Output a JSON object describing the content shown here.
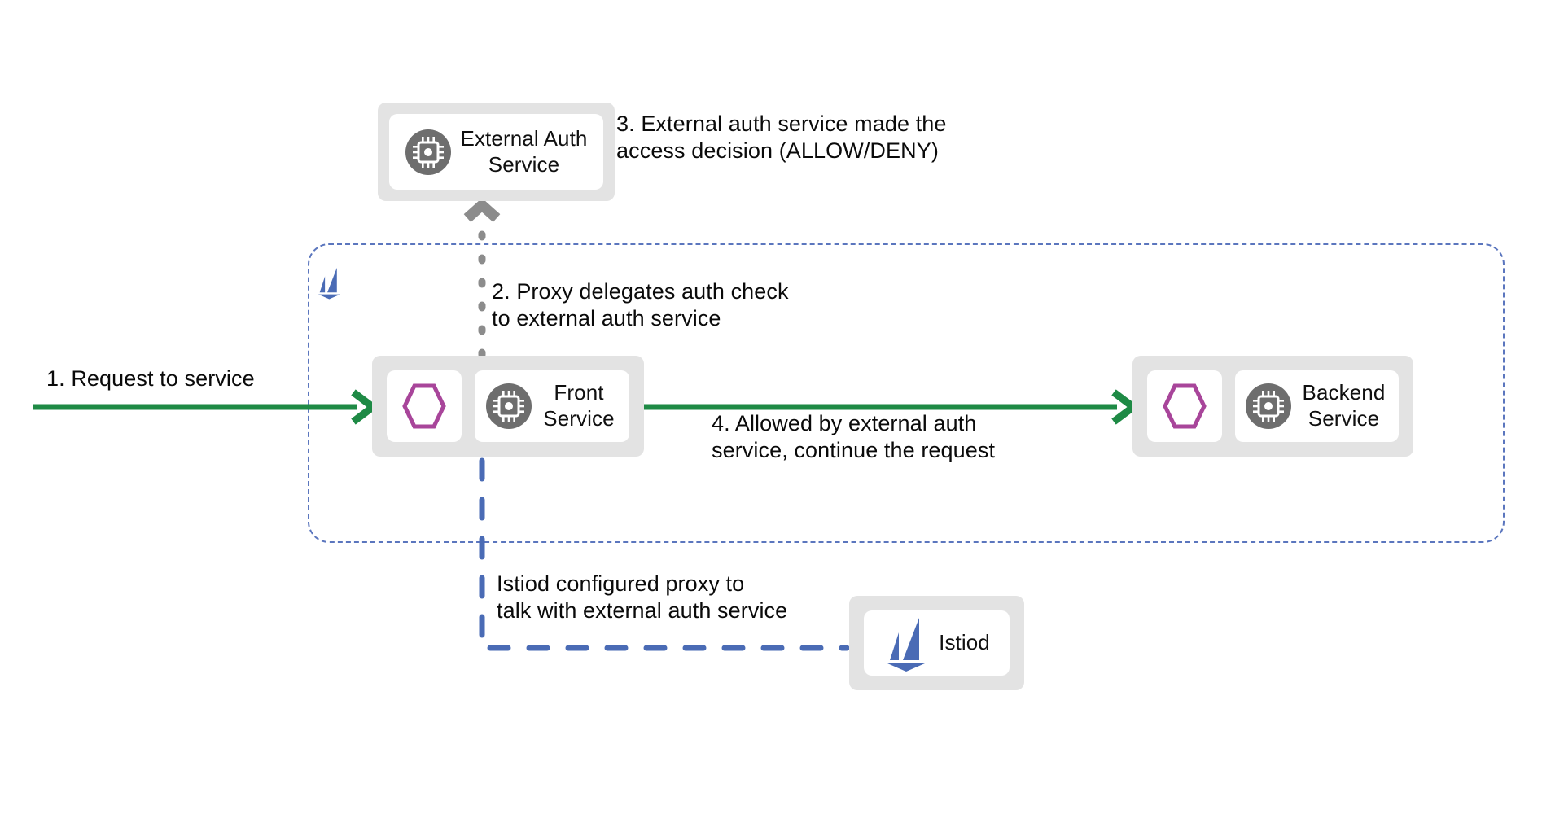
{
  "diagram": {
    "title": "Istio external authorization flow",
    "colors": {
      "flow_green": "#1E8A45",
      "mesh_blue": "#5B76BE",
      "istiod_blue": "#4A6BB5",
      "proxy_purple": "#A8459A",
      "node_gray": "#E3E3E3",
      "icon_gray": "#6E6E6E",
      "text_black": "#0a0a0a"
    }
  },
  "mesh": {
    "boundary_label": "service-mesh-boundary",
    "logo_icon": "istio-sail-icon"
  },
  "nodes": {
    "external_auth": {
      "label": "External Auth\nService",
      "icon": "cpu-chip-icon"
    },
    "front": {
      "label": "Front\nService",
      "icon": "cpu-chip-icon",
      "proxy_icon": "hexagon-proxy-icon"
    },
    "backend": {
      "label": "Backend\nService",
      "icon": "cpu-chip-icon",
      "proxy_icon": "hexagon-proxy-icon"
    },
    "istiod": {
      "label": "Istiod",
      "icon": "istio-sail-icon"
    }
  },
  "annotations": {
    "step1": "1. Request to service",
    "step2": "2. Proxy delegates auth check\nto external auth service",
    "step3": "3. External auth service made the\naccess decision (ALLOW/DENY)",
    "step4": "4. Allowed by external auth\nservice, continue the request",
    "istiod_config": "Istiod configured proxy to\ntalk with external auth service"
  },
  "connectors": {
    "request_arrow": "green-arrow-request-to-front",
    "allowed_arrow": "green-arrow-front-to-backend",
    "auth_delegate_line": "gray-dotted-arrow-front-to-external-auth",
    "istiod_config_line": "blue-dashed-line-istiod-to-front"
  }
}
